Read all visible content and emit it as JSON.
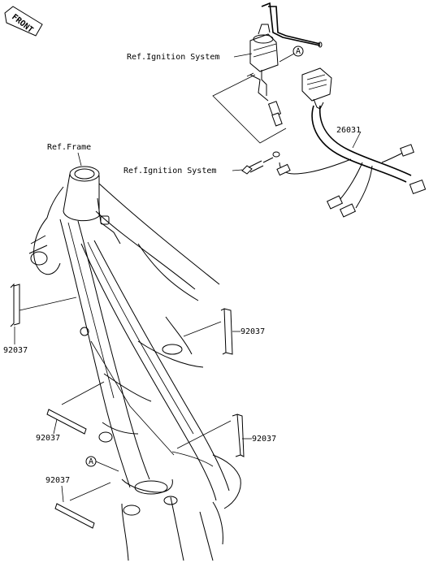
{
  "badge": {
    "front": "FRONT"
  },
  "callouts": {
    "ref_ignition_top": "Ref.Ignition System",
    "ref_ignition_mid": "Ref.Ignition System",
    "ref_frame": "Ref.Frame",
    "harness": "26031",
    "band_left": "92037",
    "band_right_upper": "92037",
    "band_lower_left": "92037",
    "band_right_lower": "92037",
    "band_bottom_left": "92037"
  },
  "markers": {
    "a_top": "A",
    "a_bottom": "A"
  }
}
